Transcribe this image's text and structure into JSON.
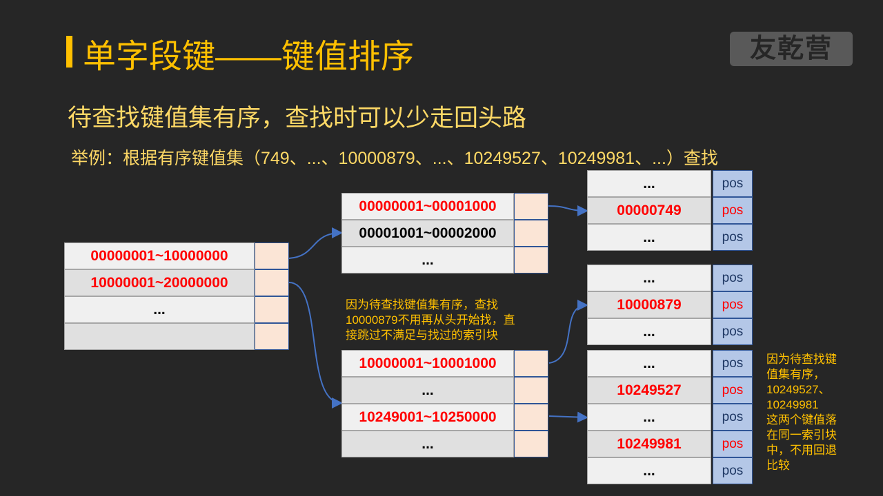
{
  "title": "单字段键——键值排序",
  "logo": "友乾营",
  "subtitle": "待查找键值集有序，查找时可以少走回头路",
  "example": "举例：根据有序键值集（749、...、10000879、...、10249527、10249981、...）查找",
  "colors": {
    "accent": "#FFC000",
    "highlight": "#FF0000",
    "pos_fill": "#B4C7E7",
    "ptr_fill": "#FBE5D6"
  },
  "root_table": {
    "rows": [
      {
        "text": "00000001~10000000",
        "red": true
      },
      {
        "text": "10000001~20000000",
        "red": true
      },
      {
        "text": "...",
        "red": false
      },
      {
        "text": "",
        "red": false
      }
    ]
  },
  "branch_a": {
    "rows": [
      {
        "text": "00000001~00001000",
        "red": true
      },
      {
        "text": "00001001~00002000",
        "red": false
      },
      {
        "text": "...",
        "red": false
      }
    ]
  },
  "branch_b": {
    "rows": [
      {
        "text": "10000001~10001000",
        "red": true
      },
      {
        "text": "...",
        "red": false
      },
      {
        "text": "10249001~10250000",
        "red": true
      },
      {
        "text": "...",
        "red": false
      }
    ]
  },
  "leaf_1": {
    "rows": [
      {
        "text": "...",
        "red": false,
        "pos": "pos"
      },
      {
        "text": "00000749",
        "red": true,
        "pos": "pos"
      },
      {
        "text": "...",
        "red": false,
        "pos": "pos"
      }
    ]
  },
  "leaf_2": {
    "rows": [
      {
        "text": "...",
        "red": false,
        "pos": "pos"
      },
      {
        "text": "10000879",
        "red": true,
        "pos": "pos"
      },
      {
        "text": "...",
        "red": false,
        "pos": "pos"
      }
    ]
  },
  "leaf_3": {
    "rows": [
      {
        "text": "...",
        "red": false,
        "pos": "pos"
      },
      {
        "text": "10249527",
        "red": true,
        "pos": "pos"
      },
      {
        "text": "...",
        "red": false,
        "pos": "pos"
      },
      {
        "text": "10249981",
        "red": true,
        "pos": "pos"
      },
      {
        "text": "...",
        "red": false,
        "pos": "pos"
      }
    ]
  },
  "note_middle": [
    "因为待查找键值集有序，查找",
    "10000879不用再从头开始找，直",
    "接跳过不满足与找过的索引块"
  ],
  "note_right": [
    "因为待查找键",
    "值集有序，",
    "10249527、",
    "10249981",
    "这两个键值落",
    "在同一索引块",
    "中，不用回退",
    "比较"
  ]
}
